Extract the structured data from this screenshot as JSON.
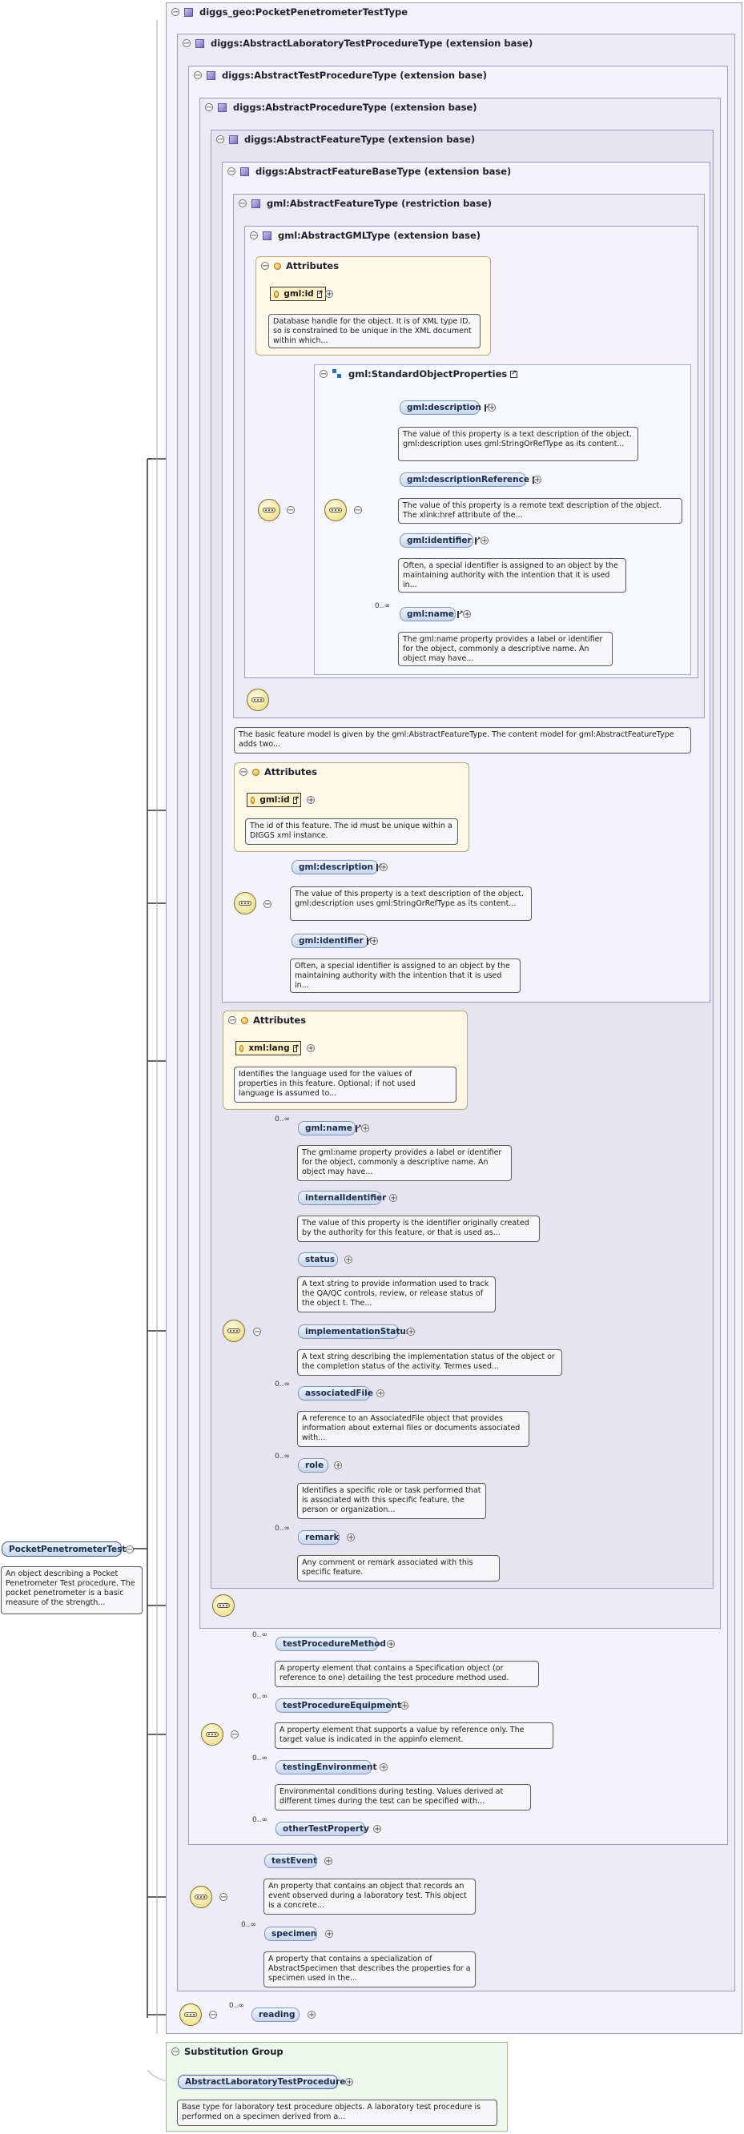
{
  "types": {
    "t0": "diggs_geo:PocketPenetrometerTestType",
    "t1": "diggs:AbstractLaboratoryTestProcedureType (extension base)",
    "t2": "diggs:AbstractTestProcedureType (extension base)",
    "t3": "diggs:AbstractProcedureType (extension base)",
    "t4": "diggs:AbstractFeatureType (extension base)",
    "t5": "diggs:AbstractFeatureBaseType (extension base)",
    "t6": "gml:AbstractFeatureType (restriction base)",
    "t7": "gml:AbstractGMLType (extension base)"
  },
  "attributes_label": "Attributes",
  "gml_attrs": {
    "id_label": "gml:id",
    "id_doc": "Database handle for the object. It is of XML type ID, so is constrained to be unique in the XML document within which..."
  },
  "std_props": {
    "title": "gml:StandardObjectProperties",
    "description": "gml:description",
    "description_doc": "The value of this property is a text description of the object. gml:description uses gml:StringOrRefType as its content...",
    "descriptionReference": "gml:descriptionReference",
    "descriptionReference_doc": "The value of this property is a remote text description of the object. The xlink:href attribute of the...",
    "identifier": "gml:identifier",
    "identifier_doc": "Often, a special identifier is assigned to an object by the maintaining authority with the intention that it is used in...",
    "name_card": "0..∞",
    "name": "gml:name",
    "name_doc": "The gml:name property provides a label or identifier for the object, commonly a descriptive name. An object may have..."
  },
  "feature_doc": "The basic feature model is given by the gml:AbstractFeatureType. The content model for gml:AbstractFeatureType adds two...",
  "base_attrs": {
    "id_label": "gml:id",
    "id_doc": "The id of this feature. The id must be unique within a DIGGS xml instance."
  },
  "base_seq": {
    "description": "gml:description",
    "description_doc": "The value of this property is a text description of the object. gml:description uses gml:StringOrRefType as its content...",
    "identifier": "gml:identifier",
    "identifier_doc": "Often, a special identifier is assigned to an object by the maintaining authority with the intention that it is used in..."
  },
  "feature_attrs": {
    "lang_label": "xml:lang",
    "lang_doc": "Identifies the language used for the values of properties in this feature. Optional; if not used language is assumed to..."
  },
  "feature_seq": {
    "card": "0..∞",
    "name": "gml:name",
    "name_doc": "The gml:name property provides a label or identifier for the object, commonly a descriptive name. An object may have...",
    "internalIdentifier": "internalIdentifier",
    "internalIdentifier_doc": "The value of this property is the identifier originally created by the authority for this feature, or that is used as...",
    "status": "status",
    "status_doc": "A text string to provide information used to track the QA/QC controls, review, or release status of the object t. The...",
    "implementationStatus": "implementationStatus",
    "implementationStatus_doc": "A text string describing the implementation status of the object or the completion status of the activity. Termes used...",
    "associatedFile": "associatedFile",
    "associatedFile_doc": "A reference to an AssociatedFile object that provides information about external files or documents associated with...",
    "role": "role",
    "role_doc": "Identifies a specific role or task performed that is associated with this specific feature, the person or organization...",
    "remark": "remark",
    "remark_doc": "Any comment or remark associated with this specific feature."
  },
  "test_seq": {
    "card": "0..∞",
    "testProcedureMethod": "testProcedureMethod",
    "testProcedureMethod_doc": "A property element that contains a Specification object (or reference to one) detailing the test procedure method used.",
    "testProcedureEquipment": "testProcedureEquipment",
    "testProcedureEquipment_doc": "A property element that supports a value by reference only. The target value is indicated in the appinfo element.",
    "testingEnvironment": "testingEnvironment",
    "testingEnvironment_doc": "Environmental conditions during testing. Values derived at different times during the test can be specified with...",
    "otherTestProperty": "otherTestProperty"
  },
  "lab_seq": {
    "testEvent": "testEvent",
    "testEvent_doc": "An property that contains an object that records an event observed during a laboratory test. This object is a concrete...",
    "card": "0..∞",
    "specimen": "specimen",
    "specimen_doc": "A property that contains a specialization of AbstractSpecimen that describes the properties for a specimen used in the..."
  },
  "root": {
    "name": "PocketPenetrometerTest",
    "doc": "An object describing a Pocket Penetrometer Test procedure. The pocket penetrometer is a basic measure of the strength..."
  },
  "pp_seq": {
    "card": "0..∞",
    "reading": "reading"
  },
  "substitution": {
    "title": "Substitution Group",
    "name": "AbstractLaboratoryTestProcedure",
    "doc": "Base type for laboratory test procedure objects. A laboratory test procedure is performed on a specimen derived from a..."
  }
}
